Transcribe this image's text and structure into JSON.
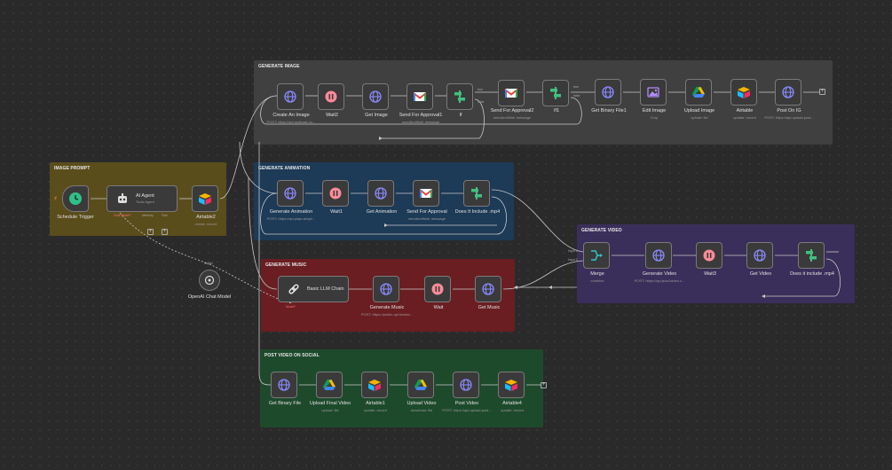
{
  "colors": {
    "group_image": "#404040",
    "group_prompt": "#5a4d1c",
    "group_animation": "#1d3a57",
    "group_music": "#6a1e22",
    "group_video": "#3a2e5a",
    "group_social": "#1e4a2c",
    "edge": "#c8c8c8",
    "http_icon": "#8a8aff",
    "wait_icon": "#ff8a9a",
    "if_icon": "#40c080",
    "trigger_icon": "#2fc08a"
  },
  "groups": {
    "image_prompt": "IMAGE PROMPT",
    "generate_image": "GENERATE IMAGE",
    "generate_animation": "GENERATE ANIMATION",
    "generate_music": "GENERATE MUSIC",
    "generate_video": "GENERATE VIDEO",
    "post_video": "POST VIDEO ON SOCIAL"
  },
  "nodes": {
    "schedule_trigger": {
      "label": "Schedule Trigger",
      "icon": "clock-icon"
    },
    "ai_agent": {
      "label": "AI Agent",
      "sub": "Tools Agent",
      "icon": "robot-icon"
    },
    "ai_agent_ports": {
      "chat": "Chat Model*",
      "memory": "Memory",
      "tool": "Tool"
    },
    "airtable2": {
      "label": "Airtable2",
      "sub": "create: record",
      "icon": "airtable-icon"
    },
    "openai_chat": {
      "label": "OpenAI Chat Model",
      "port": "Model",
      "icon": "openai-icon"
    },
    "create_image": {
      "label": "Create An Image",
      "sub": "POST: https://api.replicate.co...",
      "icon": "globe-icon"
    },
    "wait2": {
      "label": "Wait2",
      "icon": "pause-icon"
    },
    "get_image": {
      "label": "Get Image",
      "icon": "globe-icon"
    },
    "send_approval1": {
      "label": "Send For Approval1",
      "sub": "sendAndWait: message",
      "icon": "gmail-icon"
    },
    "if": {
      "label": "If",
      "icon": "if-icon"
    },
    "send_approval2": {
      "label": "Send For Approval2",
      "sub": "sendAndWait: message",
      "icon": "gmail-icon"
    },
    "if1": {
      "label": "If1",
      "icon": "if-icon"
    },
    "get_binary1": {
      "label": "Get Binary File1",
      "icon": "globe-icon"
    },
    "edit_image": {
      "label": "Edit Image",
      "sub": "Crop",
      "icon": "image-icon"
    },
    "upload_image": {
      "label": "Upload Image",
      "sub": "upload: file",
      "icon": "drive-icon"
    },
    "airtable_img": {
      "label": "Airtable",
      "sub": "update: record",
      "icon": "airtable-icon"
    },
    "post_ig": {
      "label": "Post On IG",
      "sub": "POST: https://api.upload-post...",
      "icon": "globe-icon"
    },
    "gen_animation": {
      "label": "Generate Animation",
      "sub": "POST: https://api.piapi.ai/api/...",
      "icon": "globe-icon"
    },
    "wait1": {
      "label": "Wait1",
      "icon": "pause-icon"
    },
    "get_animation": {
      "label": "Get Animation",
      "icon": "globe-icon"
    },
    "send_approval": {
      "label": "Send For Approval",
      "sub": "sendAndWait: message",
      "icon": "gmail-icon"
    },
    "does_mp4": {
      "label": "Does It Include .mp4",
      "icon": "if-icon"
    },
    "llm_chain": {
      "label": "Basic LLM Chain",
      "port": "Model*",
      "icon": "chain-icon"
    },
    "gen_music": {
      "label": "Generate Music",
      "sub": "POST: https://public-api.beatov...",
      "icon": "globe-icon"
    },
    "wait_m": {
      "label": "Wait",
      "icon": "pause-icon"
    },
    "get_music": {
      "label": "Get Music",
      "icon": "globe-icon"
    },
    "merge": {
      "label": "Merge",
      "sub": "combine",
      "in1": "Input 1",
      "in2": "Input 2",
      "icon": "merge-icon"
    },
    "gen_video": {
      "label": "Generate Video",
      "sub": "POST: https://api.json2video.c...",
      "icon": "globe-icon"
    },
    "wait3": {
      "label": "Wait3",
      "icon": "pause-icon"
    },
    "get_video": {
      "label": "Get Video",
      "icon": "globe-icon"
    },
    "does_mp4_2": {
      "label": "Does it include .mp4",
      "icon": "if-icon"
    },
    "get_binary": {
      "label": "Get Binary File",
      "icon": "globe-icon"
    },
    "upload_final": {
      "label": "Upload Final Video",
      "sub": "upload: file",
      "icon": "drive-icon"
    },
    "airtable1": {
      "label": "Airtable1",
      "sub": "update: record",
      "icon": "airtable-icon"
    },
    "upload_video": {
      "label": "Upload Video",
      "sub": "download: file",
      "icon": "drive-icon"
    },
    "post_video": {
      "label": "Post Video",
      "sub": "POST: https://api.upload-post...",
      "icon": "globe-icon"
    },
    "airtable4": {
      "label": "Airtable4",
      "sub": "update: record",
      "icon": "airtable-icon"
    }
  },
  "plus_symbol": "+",
  "branch": {
    "true": "true",
    "false": "false"
  }
}
